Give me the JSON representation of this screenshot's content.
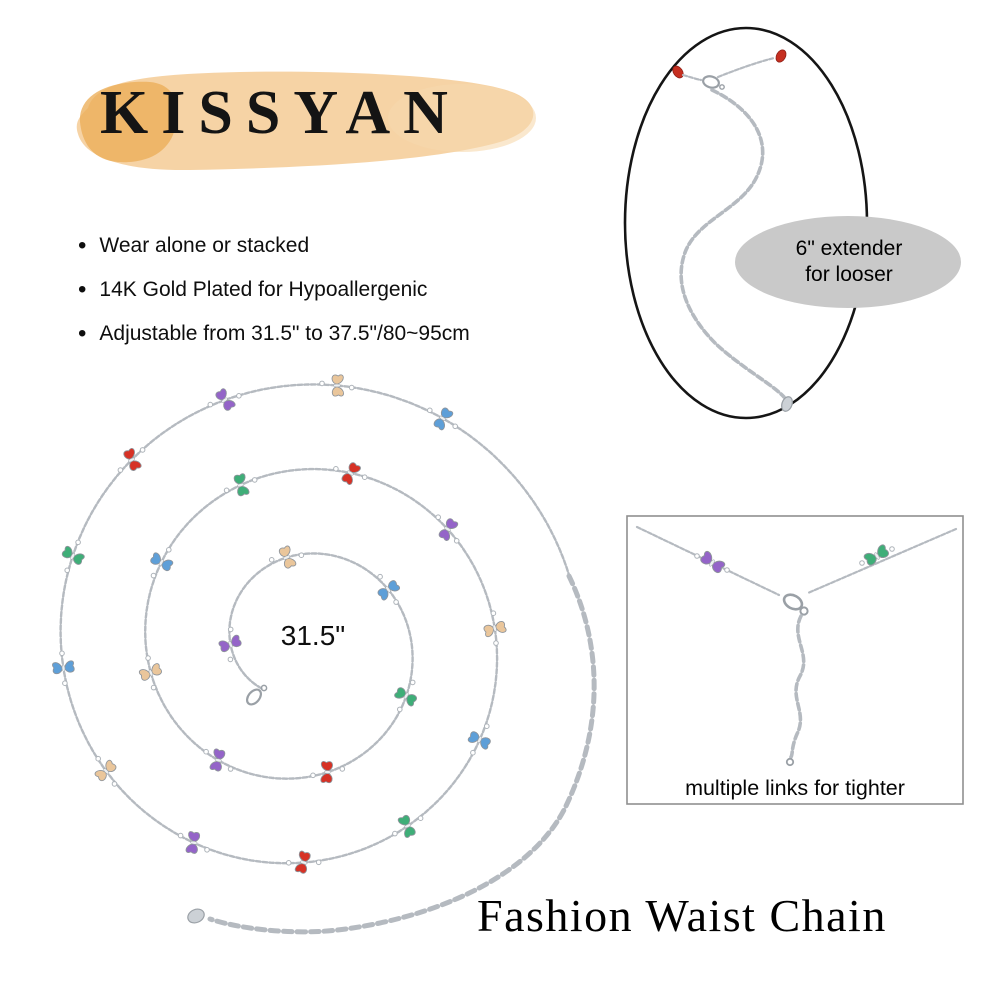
{
  "brand": {
    "name": "KISSYAN"
  },
  "features": [
    "Wear alone or stacked",
    "14K Gold Plated for Hypoallergenic",
    "Adjustable from 31.5\" to 37.5\"/80~95cm"
  ],
  "spiral": {
    "length_label": "31.5\""
  },
  "extender_callout": {
    "line1": "6\" extender",
    "line2": "for looser"
  },
  "tighter_callout": {
    "label": "multiple links for tighter"
  },
  "title": "Fashion Waist Chain",
  "icons": {
    "lobster-clasp-icon": "oval clasp outline",
    "teardrop-charm-icon": "drop-shaped chain end charm",
    "butterfly-charm-icon": "crystal butterfly charm"
  },
  "colors": {
    "brush_base": "#f5cf9d",
    "brush_dark": "#ecae58",
    "brush_light": "#f7d9ae",
    "chain": "#b5bac0",
    "callout_bg": "#c9c9c9",
    "red_bead": "#c62f20",
    "butterfly_palette": [
      "#9464c8",
      "#eac69b",
      "#5e9fd8",
      "#3fae78",
      "#d63226"
    ]
  }
}
